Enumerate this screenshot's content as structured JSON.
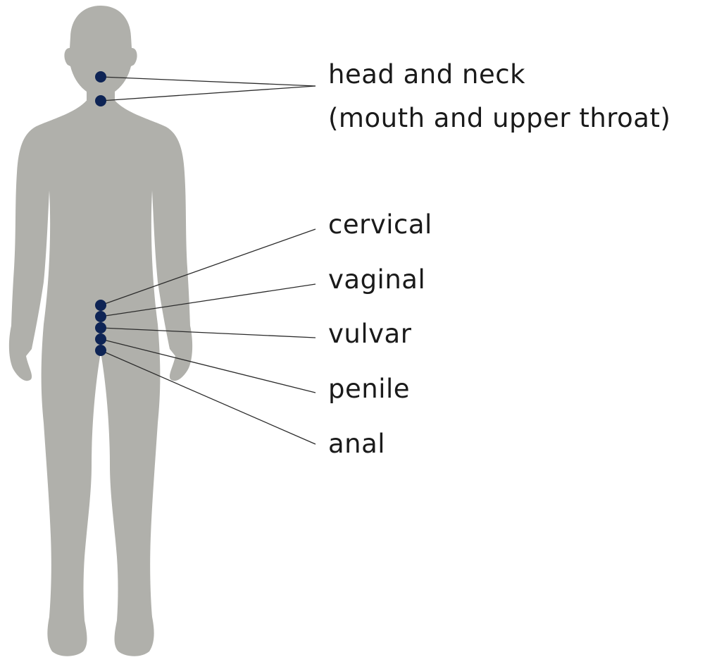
{
  "labels": {
    "head_neck_line1": "head and neck",
    "head_neck_line2": "(mouth and upper throat)",
    "cervical": "cervical",
    "vaginal": "vaginal",
    "vulvar": "vulvar",
    "penile": "penile",
    "anal": "anal"
  },
  "colors": {
    "silhouette": "#b0b0ab",
    "marker": "#0e2455",
    "leader_line": "#2b2b2b",
    "text": "#1a1a1a"
  }
}
